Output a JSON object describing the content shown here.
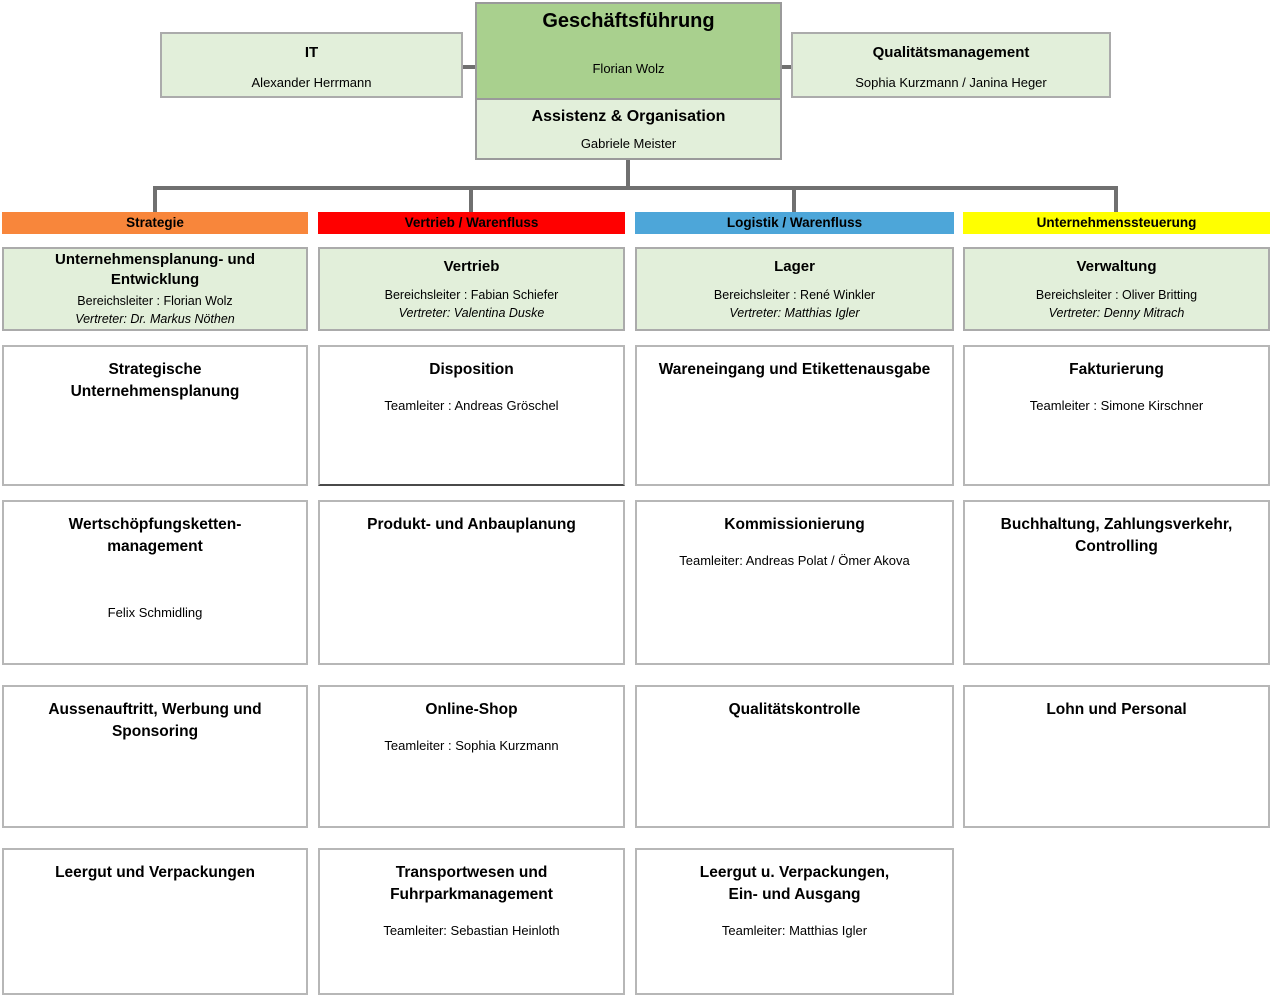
{
  "colors": {
    "executive_fill": "#A9D08E",
    "branch_fill": "#E2EFDA",
    "connector": "#707070"
  },
  "executive": {
    "title": "Geschäftsführung",
    "name": "Florian Wolz"
  },
  "assistance": {
    "title": "Assistenz & Organisation",
    "name": "Gabriele Meister"
  },
  "it": {
    "title": "IT",
    "name": "Alexander Herrmann"
  },
  "quality": {
    "title": "Qualitätsmanagement",
    "name": "Sophia Kurzmann / Janina Heger"
  },
  "columns": [
    {
      "header": "Strategie",
      "color": "#F8863B",
      "lead": {
        "title": "Unternehmensplanung- und\nEntwicklung",
        "manager": "Bereichsleiter : Florian Wolz",
        "deputy": "Vertreter: Dr. Markus Nöthen"
      },
      "boxes": [
        {
          "title": "Strategische\nUnternehmensplanung",
          "subtitle": ""
        },
        {
          "title": "Wertschöpfungsketten-\nmanagement",
          "subtitle": "Felix Schmidling"
        },
        {
          "title": "Aussenauftritt, Werbung und\nSponsoring",
          "subtitle": ""
        },
        {
          "title": "Leergut und Verpackungen",
          "subtitle": ""
        }
      ]
    },
    {
      "header": "Vertrieb / Warenfluss",
      "color": "#FF0000",
      "lead": {
        "title": "Vertrieb",
        "manager": "Bereichsleiter : Fabian Schiefer",
        "deputy": "Vertreter: Valentina Duske"
      },
      "boxes": [
        {
          "title": "Disposition",
          "subtitle": "Teamleiter : Andreas Gröschel"
        },
        {
          "title": "Produkt- und Anbauplanung",
          "subtitle": ""
        },
        {
          "title": "Online-Shop",
          "subtitle": "Teamleiter : Sophia Kurzmann"
        },
        {
          "title": "Transportwesen und\nFuhrparkmanagement",
          "subtitle": "Teamleiter: Sebastian Heinloth"
        }
      ]
    },
    {
      "header": "Logistik / Warenfluss",
      "color": "#4DA6D9",
      "lead": {
        "title": "Lager",
        "manager": "Bereichsleiter : René Winkler",
        "deputy": "Vertreter: Matthias Igler"
      },
      "boxes": [
        {
          "title": "Wareneingang und Etikettenausgabe",
          "subtitle": ""
        },
        {
          "title": "Kommissionierung",
          "subtitle": "Teamleiter: Andreas Polat / Ömer Akova"
        },
        {
          "title": "Qualitätskontrolle",
          "subtitle": ""
        },
        {
          "title": "Leergut u. Verpackungen,\nEin- und Ausgang",
          "subtitle": "Teamleiter: Matthias Igler"
        }
      ]
    },
    {
      "header": "Unternehmenssteuerung",
      "color": "#FFFF00",
      "lead": {
        "title": "Verwaltung",
        "manager": "Bereichsleiter : Oliver Britting",
        "deputy": "Vertreter: Denny Mitrach"
      },
      "boxes": [
        {
          "title": "Fakturierung",
          "subtitle": "Teamleiter : Simone Kirschner"
        },
        {
          "title": "Buchhaltung, Zahlungsverkehr,\nControlling",
          "subtitle": ""
        },
        {
          "title": "Lohn und Personal",
          "subtitle": ""
        }
      ]
    }
  ]
}
